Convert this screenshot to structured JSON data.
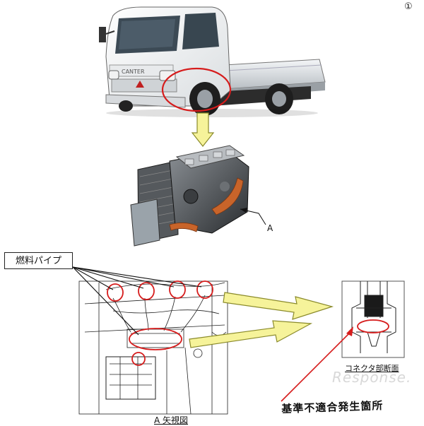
{
  "page_number": "①",
  "labels": {
    "fuel_pipe": "燃料パイプ",
    "view_marker": "A",
    "view_a_caption": "A 矢視図",
    "connector_caption": "コネクタ部断面",
    "nonconformity": "基準不適合発生箇所"
  },
  "watermark": "Response.",
  "colors": {
    "highlight_red": "#d61c1c",
    "arrow_fill": "#f6f39a",
    "arrow_stroke": "#8a8a2a",
    "engine_orange": "#c8642a"
  },
  "icons": [
    "truck-illustration",
    "engine-illustration",
    "engine-view-a-drawing",
    "connector-section-drawing"
  ]
}
